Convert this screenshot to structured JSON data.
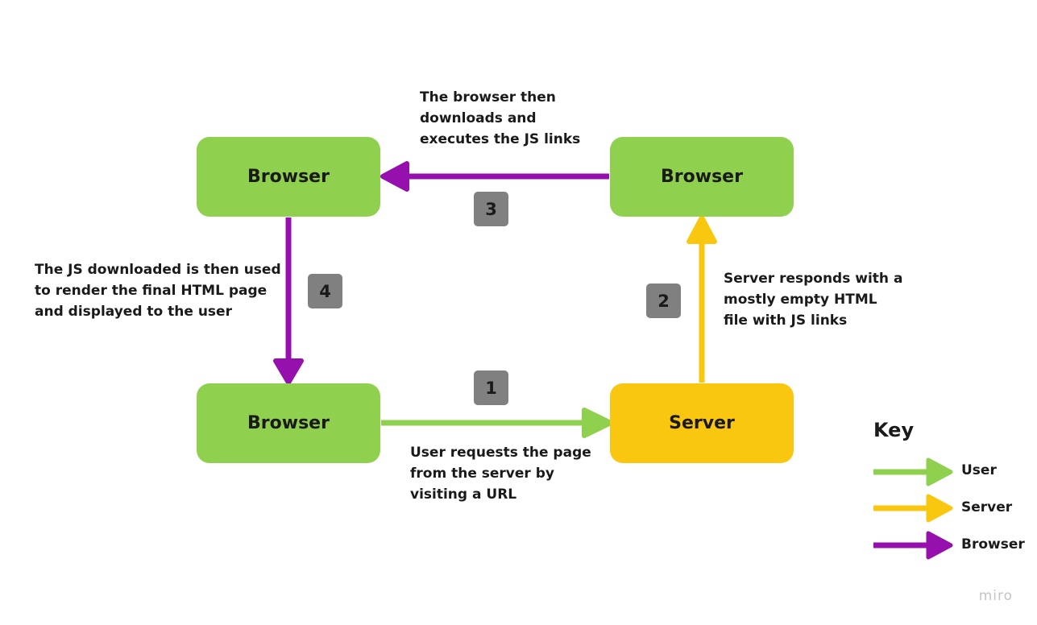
{
  "nodes": {
    "browser_top_left": "Browser",
    "browser_top_right": "Browser",
    "browser_bottom_left": "Browser",
    "server": "Server"
  },
  "steps": {
    "s1": "1",
    "s2": "2",
    "s3": "3",
    "s4": "4"
  },
  "notes": {
    "step1": "User requests the page\nfrom the server by\nvisiting a URL",
    "step2": "Server responds with a\nmostly empty HTML\nfile with JS links",
    "step3": "The browser then\ndownloads and\nexecutes the JS links",
    "step4": "The JS downloaded is then used\nto render the final HTML page\nand displayed to the user"
  },
  "key": {
    "title": "Key",
    "items": [
      {
        "label": "User",
        "color": "#8fd14f"
      },
      {
        "label": "Server",
        "color": "#fac710"
      },
      {
        "label": "Browser",
        "color": "#9510ac"
      }
    ]
  },
  "colors": {
    "user": "#8fd14f",
    "server": "#fac710",
    "browser": "#9510ac"
  },
  "watermark": "miro"
}
